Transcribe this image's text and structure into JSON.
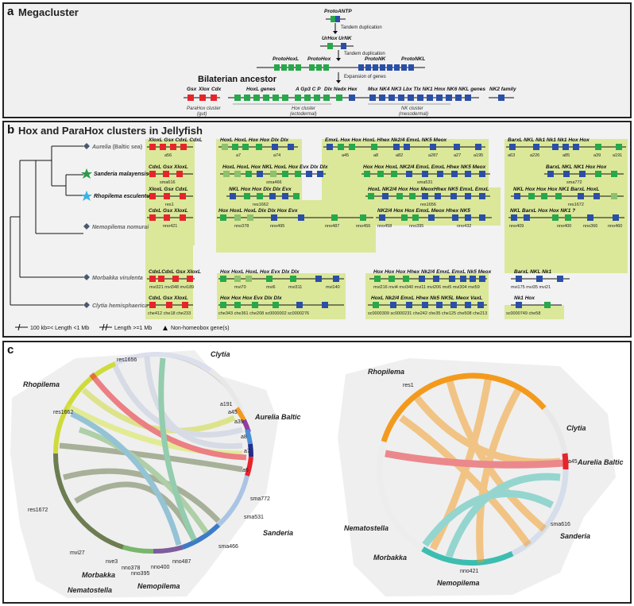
{
  "panel_a": {
    "letter": "a",
    "title": "Megacluster",
    "proto_antp": "ProtoANTP",
    "tandem1": "Tandem duplication",
    "urhox": "UrHox",
    "urnk": "UrNK",
    "tandem2": "Tandem duplication",
    "protohoxl": "ProtoHoxL",
    "protohox": "ProtoHox",
    "protonk": "ProtoNK",
    "protonkl": "ProtoNKL",
    "bilaterian": "Bilaterian ancestor",
    "expansion": "Expansion of genes",
    "gsx": "Gsx",
    "xlox": "Xlox",
    "cdx": "Cdx",
    "hoxl_genes": "HoxL genes",
    "agp3cp": "A Gp3 C  P",
    "dlx_nedx_hex": "Dlx Nedx Hex",
    "nk_genes": "Msx NK4 NK3 Lbx Tlx NK1 Hmx NK6 NKL genes",
    "nk2_family": "NK2 family",
    "parahox_cluster": "ParaHox cluster",
    "gut": "(gut)",
    "hox_cluster": "Hox cluster",
    "ectodermal": "(ectodermal)",
    "nk_cluster": "NK cluster",
    "mesodermal": "(mesodermal)"
  },
  "panel_b": {
    "letter": "b",
    "title": "Hox and ParaHox clusters in Jellyfish",
    "species": [
      {
        "name": "Aurelia",
        "suffix": "(Baltic sea)",
        "marker": "diamond",
        "color": "#4a5a6e"
      },
      {
        "name": "Sanderia malayensis",
        "suffix": "",
        "marker": "star",
        "color": "#2e9a4a"
      },
      {
        "name": "Rhopilema esculentum",
        "suffix": "",
        "marker": "star",
        "color": "#3cb3e6"
      },
      {
        "name": "Nemopilema nomurai",
        "suffix": "",
        "marker": "diamond",
        "color": "#4a5a6e"
      },
      {
        "name": "Morbakka virulenta",
        "suffix": "",
        "marker": "diamond",
        "color": "#4a5a6e"
      },
      {
        "name": "Clytia hemisphaerica",
        "suffix": "",
        "marker": "diamond",
        "color": "#4a5a6e"
      }
    ],
    "legend": {
      "short": "100 kb=< Length <1 Mb",
      "long": "Length >=1 Mb",
      "nonhomeobox": "Non-homeobox gene(s)"
    }
  },
  "panel_c": {
    "letter": "c",
    "left_labels": {
      "clytia": "Clytia",
      "rhopilema": "Rhopilema",
      "aurelia": "Aurelia Baltic",
      "sanderia": "Sanderia",
      "morbakka": "Morbakka",
      "nematostella": "Nematostella",
      "nemopilema": "Nemopilema",
      "res1656": "res1656",
      "res1662": "res1662",
      "res1672": "res1672",
      "a191": "a191",
      "a45": "a45",
      "a39": "a39",
      "a8": "a8",
      "a7": "a7",
      "a6": "a6",
      "sma772": "sma772",
      "sma531": "sma531",
      "sma466": "sma466",
      "mvi27": "mvi27",
      "nve3": "nve3",
      "nno378": "nno378",
      "nno395": "nno395",
      "nno400": "nno400",
      "nno487": "nno487"
    },
    "right_labels": {
      "rhopilema": "Rhopilema",
      "res1": "res1",
      "clytia": "Clytia",
      "aurelia": "Aurelia Baltic",
      "a45": "a45",
      "nematostella": "Nematostella",
      "sanderia": "Sanderia",
      "sma616": "sma616",
      "morbakka": "Morbakka",
      "nno421": "nno421",
      "nemopilema": "Nemopilema"
    }
  },
  "colors": {
    "red": "#e8242b",
    "green": "#27a84a",
    "blue": "#2a4fa7",
    "lightgreen": "#8cc16d",
    "highlight": "#dbe89a",
    "panel_bg": "#f0f0f0"
  }
}
